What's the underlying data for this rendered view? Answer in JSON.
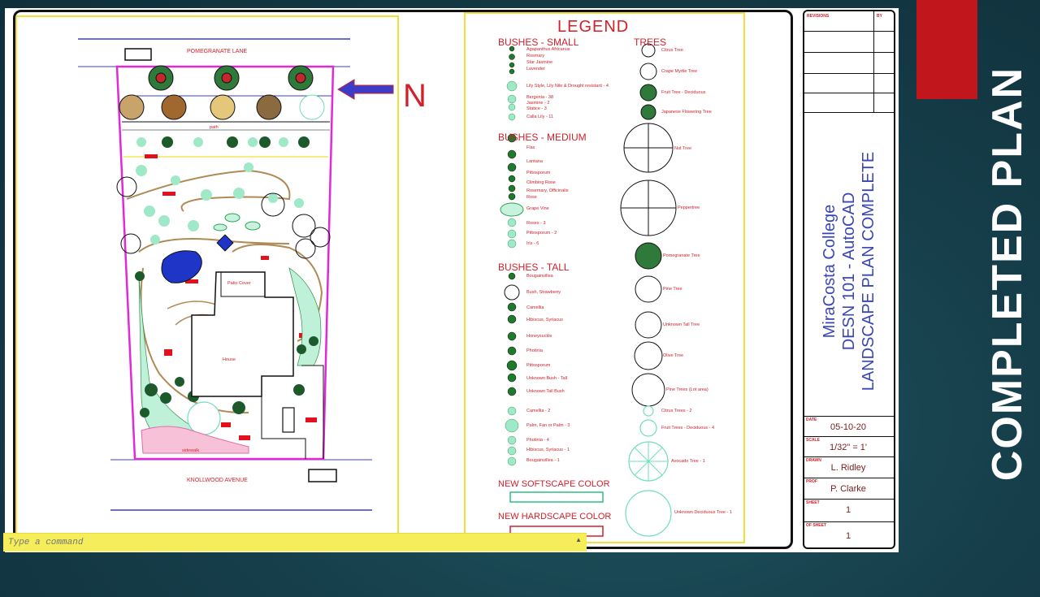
{
  "slide": {
    "title": "COMPLETED PLAN",
    "accent_color": "#c1161c"
  },
  "command_line": {
    "placeholder": "Type a command",
    "value": ""
  },
  "site_plan": {
    "north_label": "N",
    "street_top": "POMEGRANATE LANE",
    "street_bottom": "KNOLLWOOD AVENUE",
    "path_label_top": "path",
    "path_label_bottom": "sidewalk",
    "patio_label": "Patio Cover",
    "house_label": "House"
  },
  "legend": {
    "title": "LEGEND",
    "bushes_small": {
      "heading": "BUSHES - SMALL",
      "items": [
        "Agapanthus Africanus",
        "Rosmary",
        "Star Jasmine",
        "Lavender",
        "Lily Style, Lily Nile & Drought resistant - 4",
        "Bergenia - 38",
        "Jasmine - 2",
        "Statice - 3",
        "Calla Lily - 11"
      ]
    },
    "bushes_medium": {
      "heading": "BUSHES - MEDIUM",
      "items": [
        "Flax",
        "Lantana",
        "Pittosporum",
        "Climbing Rose",
        "Rosemary, Officinalis",
        "Rose",
        "Grape Vine",
        "Roses - 3",
        "Pittosporum - 2",
        "Iris - 6"
      ]
    },
    "bushes_tall": {
      "heading": "BUSHES - TALL",
      "items": [
        "Bougainvillea",
        "Bush, Strawberry",
        "Camellia",
        "Hibiscus, Syriacus",
        "Honeysuckle",
        "Photinia",
        "Pittosporum",
        "Unknown Bush - Tall",
        "Unknown Tall Bush",
        "Camellia - 2",
        "Palm, Fan or Palm - 3",
        "Photinia - 4",
        "Hibiscus, Syriacus - 1",
        "Bougainvillea - 1"
      ]
    },
    "trees": {
      "heading": "TREES",
      "items": [
        "Citrus Tree",
        "Crape Myrtle Tree",
        "Fruit Tree - Deciduous",
        "Japanese Flowering Tree",
        "Nut Tree",
        "Peppertree",
        "Pomegranate Tree",
        "Pine Tree",
        "Unknown Tall Tree",
        "Olive Tree",
        "Pine Trees (Lot area)",
        "Citrus Trees - 2",
        "Fruit Trees - Deciduous - 4",
        "Avocado Tree - 1",
        "Unknown Deciduous Tree - 1"
      ]
    },
    "new_softscape": "NEW SOFTSCAPE COLOR",
    "new_hardscape": "NEW HARDSCAPE COLOR",
    "softscape_color": "#2fbf83",
    "hardscape_color": "#d2202a"
  },
  "title_block": {
    "revisions_label": "REVISIONS",
    "by_label": "BY",
    "project": [
      "MiraCosta College",
      "DESN 101 - AutoCAD",
      "LANDSCAPE PLAN COMPLETE"
    ],
    "date_label": "DATE",
    "date": "05-10-20",
    "scale_label": "SCALE",
    "scale": "1/32\" = 1'",
    "drawn_label": "DRAWN",
    "drawn": "L. Ridley",
    "prof_label": "PROF",
    "prof": "P. Clarke",
    "sheet_label": "SHEET",
    "sheet": "1",
    "of_sheet_label": "OF SHEET",
    "of_sheet": "1"
  }
}
